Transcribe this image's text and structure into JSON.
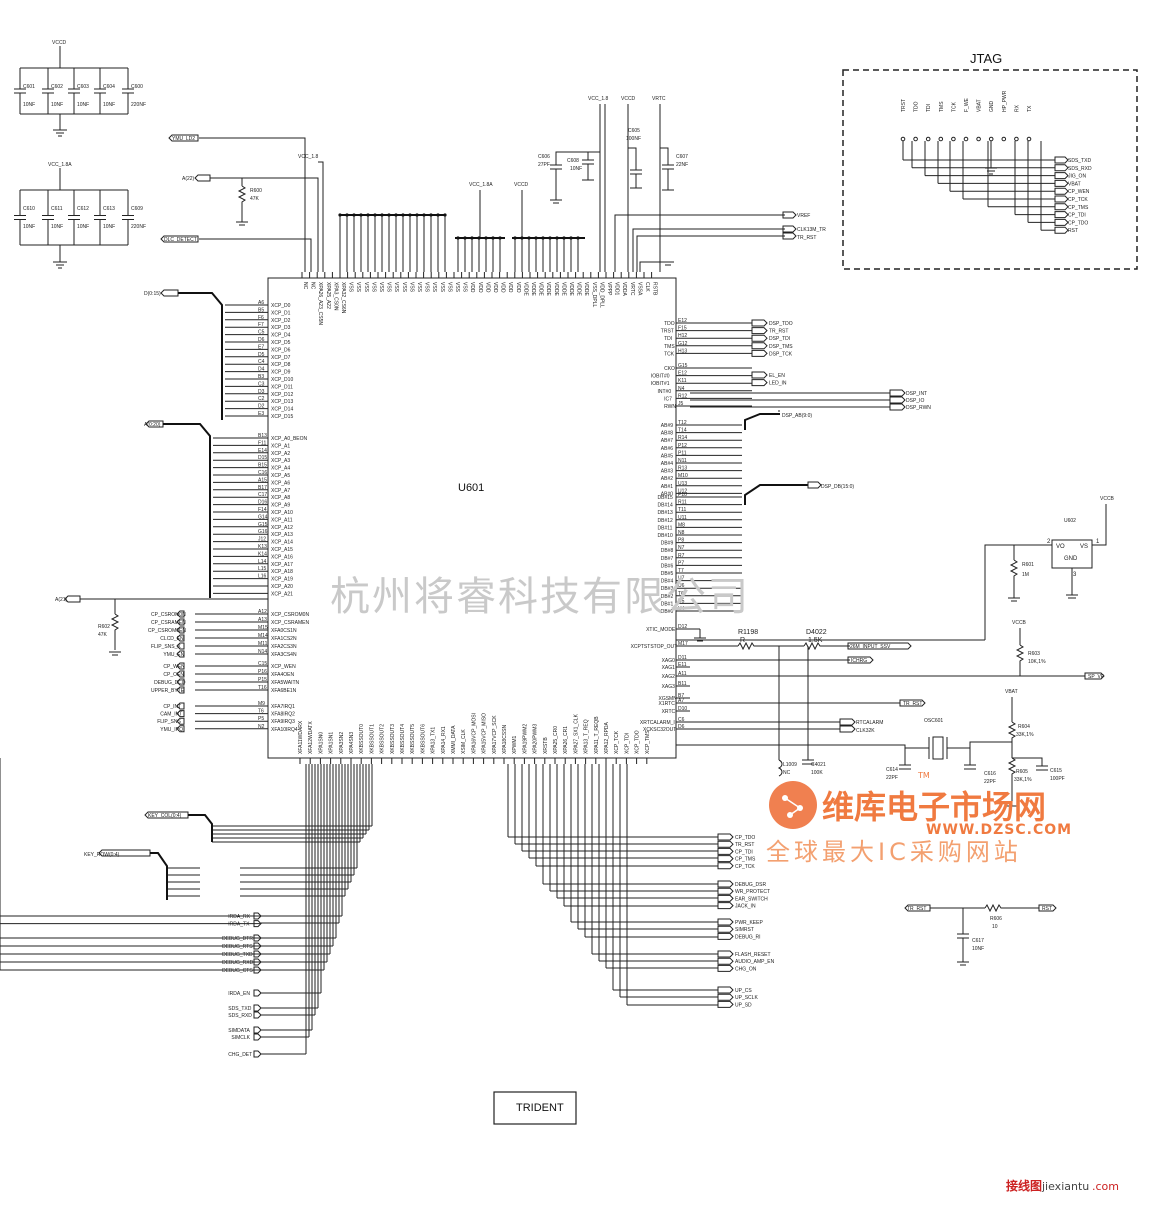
{
  "chip": {
    "label": "U601",
    "top_pins": [
      "NC",
      "NC",
      "XPA26_A23_CS5N",
      "XPA25_A22",
      "XPA3_CS0N",
      "XPA32_CS6N",
      "VSS",
      "VSS",
      "VSS",
      "VSS",
      "VSS",
      "VSS",
      "VSS",
      "VSS",
      "VSS",
      "VSS",
      "VSS",
      "VSS",
      "VSS",
      "VSS",
      "VSS",
      "VSS",
      "VDD",
      "VDD",
      "VDD",
      "VDD",
      "VDD",
      "VDD",
      "VDD",
      "VDDE",
      "VDDE",
      "VDDE",
      "VDDE",
      "VDDE",
      "VDDE",
      "VDDE",
      "VDDE",
      "VDDE",
      "VSS_DPLL",
      "VDD_DPLL",
      "VPPP",
      "VDD1",
      "VDDA",
      "VRTC",
      "VSSA",
      "CLK",
      "RSTB"
    ],
    "left_pins_data": [
      "XCP_D0",
      "XCP_D1",
      "XCP_D2",
      "XCP_D3",
      "XCP_D4",
      "XCP_D5",
      "XCP_D6",
      "XCP_D7",
      "XCP_D8",
      "XCP_D9",
      "XCP_D10",
      "XCP_D11",
      "XCP_D12",
      "XCP_D13",
      "XCP_D14",
      "XCP_D15"
    ],
    "left_pins_data_balls": [
      "A6",
      "B5",
      "F6",
      "F7",
      "C5",
      "D6",
      "E7",
      "D5",
      "C4",
      "D4",
      "B3",
      "C3",
      "D3",
      "C2",
      "D2",
      "E3"
    ],
    "left_pins_addr": [
      "XCP_A0_BEON",
      "XCP_A1",
      "XCP_A2",
      "XCP_A3",
      "XCP_A4",
      "XCP_A5",
      "XCP_A6",
      "XCP_A7",
      "XCP_A8",
      "XCP_A9",
      "XCP_A10",
      "XCP_A11",
      "XCP_A12",
      "XCP_A13",
      "XCP_A14",
      "XCP_A15",
      "XCP_A16",
      "XCP_A17",
      "XCP_A18",
      "XCP_A19",
      "XCP_A20",
      "XCP_A21"
    ],
    "left_pins_addr_balls": [
      "B13",
      "F11",
      "E14",
      "D15",
      "B15",
      "C16",
      "A15",
      "B17",
      "C17",
      "D16",
      "F14",
      "G14",
      "G15",
      "G16",
      "J12",
      "K13",
      "K14",
      "L14",
      "L15",
      "L16"
    ],
    "left_pins_cs": [
      "XCP_CSROM0N",
      "XCP_CSRAMEN",
      "XFA0CS1N",
      "XFA1CS2N",
      "XFA2CS3N",
      "XFA3CS4N"
    ],
    "left_pins_cs_balls": [
      "A12",
      "A13",
      "M15",
      "M14",
      "M11",
      "N14"
    ],
    "left_pins_we": [
      "XCP_WEN",
      "XFA4OEN",
      "XFA5WAITN",
      "XFA6BE1N"
    ],
    "left_pins_we_balls": [
      "C15",
      "P16",
      "P15",
      "T16"
    ],
    "left_pins_irq": [
      "XFA7IRQ1",
      "XFA8IRQ2",
      "XFA9IRQ3",
      "XFA10IRQ4"
    ],
    "left_pins_irq_balls": [
      "M9",
      "T6",
      "P5",
      "N2"
    ],
    "right_pins_jtag": [
      "TDO",
      "TRST",
      "TDI",
      "TMS",
      "TCK"
    ],
    "right_pins_jtag_balls": [
      "E12",
      "F15",
      "H12",
      "G12",
      "H13"
    ],
    "right_pins_io": [
      "CKO",
      "IOBIT#0",
      "IOBIT#1",
      "INT#0",
      "IC7",
      "RWN"
    ],
    "right_pins_io_balls": [
      "G15",
      "E12",
      "K11",
      "N4",
      "R12",
      "J5"
    ],
    "right_pins_ab": [
      "AB#9",
      "AB#8",
      "AB#7",
      "AB#6",
      "AB#5",
      "AB#4",
      "AB#3",
      "AB#2",
      "AB#1",
      "AB#0"
    ],
    "right_pins_ab_balls": [
      "T12",
      "T14",
      "R14",
      "P12",
      "P11",
      "N11",
      "R13",
      "M10",
      "U13",
      "U12"
    ],
    "right_pins_db": [
      "DB#15",
      "DB#14",
      "DB#13",
      "DB#12",
      "DB#11",
      "DB#10",
      "DB#9",
      "DB#8",
      "DB#7",
      "DB#6",
      "DB#5",
      "DB#4",
      "DB#3",
      "DB#2",
      "DB#1",
      "DB#0"
    ],
    "right_pins_db_balls": [
      "P10",
      "R11",
      "T11",
      "U11",
      "M8",
      "N8",
      "P8",
      "N7",
      "R7",
      "P7",
      "T7",
      "U7",
      "U6",
      "T6",
      "U5",
      "U4"
    ],
    "right_pins_misc": [
      "XTIC_MODE",
      "XCPTSTSTOP_OUT",
      "XAG0",
      "XAG1",
      "XAG2",
      "XAG3",
      "XGSMN",
      "X1RTC",
      "XRTC",
      "XRTCALARM_I",
      "XCKSC32OUT"
    ],
    "right_pins_misc_balls": [
      "D12",
      "M17",
      "D11",
      "E11",
      "A11",
      "B11",
      "B7",
      "A7",
      "D10",
      "C6",
      "D6"
    ],
    "bottom_pins": [
      "XFA11WDARX",
      "XFA12WDATX",
      "XPA1SN0",
      "XPA1SN1",
      "XPA3SN2",
      "XPA4SN3",
      "XKBSSOUT0",
      "XKBSSOUT1",
      "XKBSSOUT2",
      "XKBSSOUT3",
      "XKBSSOUT4",
      "XKBSSOUT5",
      "XKBSSOUT6",
      "XPA13_TX1",
      "XPA14_RX1",
      "XMMI_DATA",
      "XSIM_CLK",
      "XPA16VCP_MOSI",
      "XPA15VCP_MISO",
      "XPA17VCP_SCK",
      "XPA18CSSN",
      "XPWM1",
      "XPA19PWM2",
      "XPA20PWM3",
      "XRSTB",
      "XPA25_CR0",
      "XPA26_CR1",
      "XPA27_SX1_CLK",
      "XPA13_T_REQ",
      "XPA11_T_REQB",
      "XPA12_RPDA",
      "XCP_TCK",
      "XCP_TDI",
      "XCP_TDO",
      "XCP_TMS"
    ]
  },
  "left_nets": {
    "data_bus": "D(0:15)",
    "addr_bus": "A(0:20)",
    "a21": "A(21)",
    "a22": "A(22)",
    "ymu_ld": "YMU_LD2",
    "dlc_detect": "DLC_DETECT",
    "cs_signals": [
      "CP_CSROM0N",
      "CP_CSRAMEN",
      "CP_CSROM0EN",
      "CLCD_EN",
      "FLIP_SNS_X",
      "YMU_EN"
    ],
    "we_signals": [
      "CP_WEN",
      "CP_OEN",
      "DEBUG_DCD",
      "UPPER_BYTE"
    ],
    "irq_signals": [
      "CP_INT",
      "CAM_INT",
      "FLIP_SNS",
      "YMU_IRQ"
    ],
    "key_col": "KEY_COL(0:4)",
    "key_row": "KEY_ROW(0:4)",
    "irda": [
      "IRDA_RX",
      "IRDA_TX"
    ],
    "debug": [
      "DEBUG_DTR",
      "DEBUG_RTS",
      "DEBUG_TXD",
      "DEBUG_RXD",
      "DEBUG_CTS"
    ],
    "irda_en": "IRDA_EN",
    "sds": [
      "SDS_TXD",
      "SDS_RXD"
    ],
    "sim": [
      "SIMDATA",
      "SIMCLK"
    ],
    "chg_det": "CHG_DET"
  },
  "right_nets": {
    "jtag": [
      "DSP_TDO",
      "TR_RST",
      "DSP_TDI",
      "DSP_TMS",
      "DSP_TCK"
    ],
    "el": [
      "EL_EN",
      "LED_IN"
    ],
    "dsp_ctrl": [
      "DSP_INT",
      "DSP_IO",
      "DSP_RWN"
    ],
    "dsp_ab": "DSP_AB(9:0)",
    "dsp_db": "DSP_DB(15:0)",
    "vref": "VREF",
    "clk": [
      "CLK13M_TR",
      "TR_RST"
    ],
    "input_ssv": "26M_INPUT_SSV",
    "ichrg": "ICHRG",
    "sp_vf": "SP_VF",
    "tr_rst2": "TR_RST",
    "rtc": [
      "RTCALARM",
      "CLK32K"
    ],
    "cp_jtag": [
      "CP_TDO",
      "TR_RST",
      "CP_TDI",
      "CP_TMS",
      "CP_TCK"
    ],
    "debug_grp": [
      "DEBUG_DSR",
      "WR_PROTECT",
      "EAR_SWITCH",
      "JACK_IN"
    ],
    "pwr_grp": [
      "PWR_KEEP",
      "SIMRST",
      "DEBUG_RI"
    ],
    "flash_grp": [
      "FLASH_RESET",
      "AUDIO_AMP_EN",
      "CHG_ON"
    ],
    "up_grp": [
      "UP_CS",
      "UP_SCLK",
      "UP_SD"
    ]
  },
  "caps_top": {
    "rail1": "VCCD",
    "group1": [
      {
        "ref": "C601",
        "val": "10NF"
      },
      {
        "ref": "C602",
        "val": "10NF"
      },
      {
        "ref": "C603",
        "val": "10NF"
      },
      {
        "ref": "C604",
        "val": "10NF"
      },
      {
        "ref": "C600",
        "val": "220NF"
      }
    ],
    "rail2": "VCC_1.8A",
    "group2": [
      {
        "ref": "C610",
        "val": "10NF"
      },
      {
        "ref": "C611",
        "val": "10NF"
      },
      {
        "ref": "C612",
        "val": "10NF"
      },
      {
        "ref": "C613",
        "val": "10NF"
      },
      {
        "ref": "C609",
        "val": "220NF"
      }
    ]
  },
  "misc_parts": {
    "r600": {
      "ref": "R600",
      "val": "47K"
    },
    "r602": {
      "ref": "R602",
      "val": "47K"
    },
    "vcc18_top": "VCC_1.8",
    "vcc18_mid": "VCC_1.8",
    "vccd_mid": "VCCD",
    "vcc18a": "VCC_1.8A",
    "vccd_top": "VCCD",
    "vrtc": "VRTC",
    "c606": {
      "ref": "C606",
      "val": "27PF"
    },
    "c608": {
      "ref": "C608",
      "val": "10NF"
    },
    "c605": {
      "ref": "C605",
      "val": "100NF"
    },
    "c607": {
      "ref": "C607",
      "val": "22NF"
    },
    "r1198": "R1198",
    "r1198_val": "R",
    "d4022": "D4022",
    "d4022_val": "1.5K",
    "l1009": {
      "ref": "L1009",
      "val": "NC"
    },
    "c4021": {
      "ref": "C4021",
      "val": "100K"
    },
    "u602": "U602",
    "u602_vo": "VO",
    "u602_vs": "VS",
    "u602_gnd": "GND",
    "u602_p1": "1",
    "u602_p2": "2",
    "u602_p3": "3",
    "vccb1": "VCCB",
    "vccb2": "VCCB",
    "r601": {
      "ref": "R601",
      "val": "1M"
    },
    "r603": {
      "ref": "R603",
      "val": "10K,1%"
    },
    "vbat": "VBAT",
    "r604": {
      "ref": "R604",
      "val": "33K,1%"
    },
    "r605": {
      "ref": "R605",
      "val": "33K,1%"
    },
    "osc601": "OSC601",
    "c614": {
      "ref": "C614",
      "val": "22PF"
    },
    "c616": {
      "ref": "C616",
      "val": "22PF"
    },
    "c615": {
      "ref": "C615",
      "val": "100PF"
    },
    "r606": {
      "ref": "R606",
      "val": "10"
    },
    "c617": {
      "ref": "C617",
      "val": "10NF"
    },
    "tr_rst_in": "TR_RST",
    "rst_out": "RST"
  },
  "jtag": {
    "title": "JTAG",
    "pins": [
      "TRST",
      "TDO",
      "TDI",
      "TMS",
      "TCK",
      "F_WE",
      "VBAT",
      "GND",
      "HP_PWR",
      "RX",
      "TX"
    ],
    "nets": [
      "SDS_TXD",
      "SDS_RXD",
      "JIG_ON",
      "VBAT",
      "CP_WEN",
      "CP_TCK",
      "CP_TMS",
      "CP_TDI",
      "CP_TDO",
      "RST"
    ]
  },
  "title_block": "TRIDENT",
  "watermark": {
    "company": "杭州将睿科技有限公司",
    "brand": "维库电子市场网",
    "url": "WWW.DZSC.COM",
    "slogan": "全球最大IC采购网站",
    "tm": "TM",
    "footer": "jiexiantu",
    "footer_cn": "接线图",
    "footer_com": ".com"
  }
}
